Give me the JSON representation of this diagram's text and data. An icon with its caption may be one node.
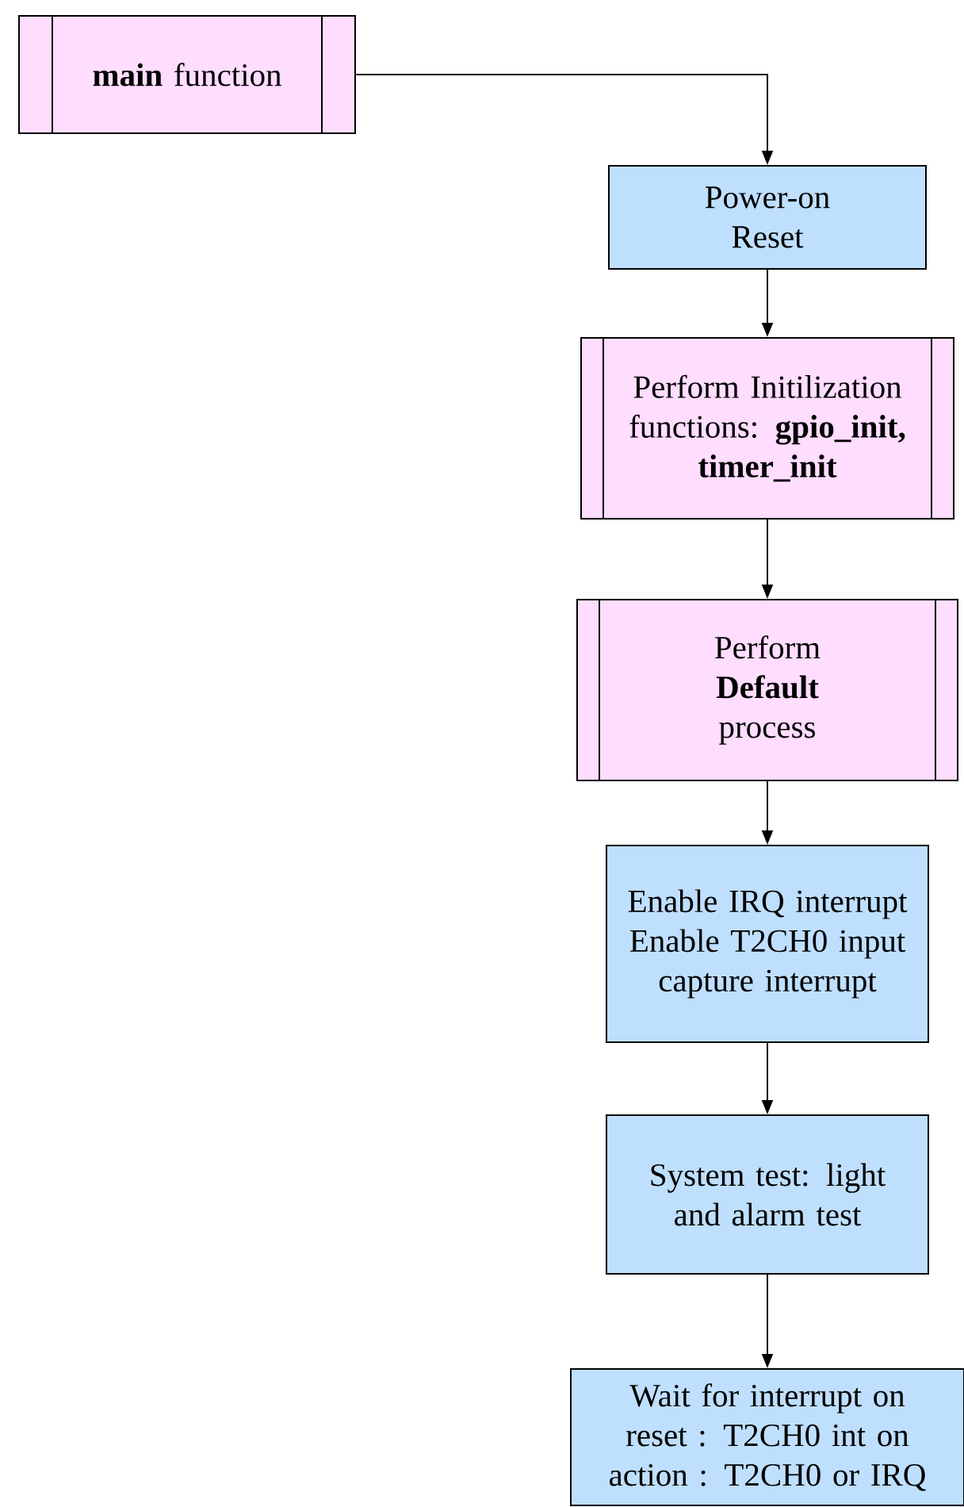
{
  "diagram": {
    "nodes": [
      {
        "text": [
          "**main** function"
        ]
      },
      {
        "text": [
          "Power-on Reset"
        ]
      },
      {
        "text": [
          "Perform Initilization functions: **gpio_init, timer_init**"
        ]
      },
      {
        "text": [
          "Perform **Default** process"
        ]
      },
      {
        "text": [
          "Enable IRQ interrupt Enable T2CH0 input capture interrupt"
        ]
      },
      {
        "text": [
          "System test: light and alarm test"
        ]
      },
      {
        "text": [
          "Wait for interrupt on reset : T2CH0 int on action : T2CH0 or IRQ"
        ]
      }
    ],
    "edges": [
      {
        "from": 0,
        "to": 1,
        "arrow": "to"
      },
      {
        "from": 1,
        "to": 2,
        "arrow": "to"
      },
      {
        "from": 2,
        "to": 3,
        "arrow": "to"
      },
      {
        "from": 3,
        "to": 4,
        "arrow": "to"
      },
      {
        "from": 4,
        "to": 5,
        "arrow": "to"
      },
      {
        "from": 5,
        "to": 6,
        "arrow": "to"
      }
    ]
  }
}
